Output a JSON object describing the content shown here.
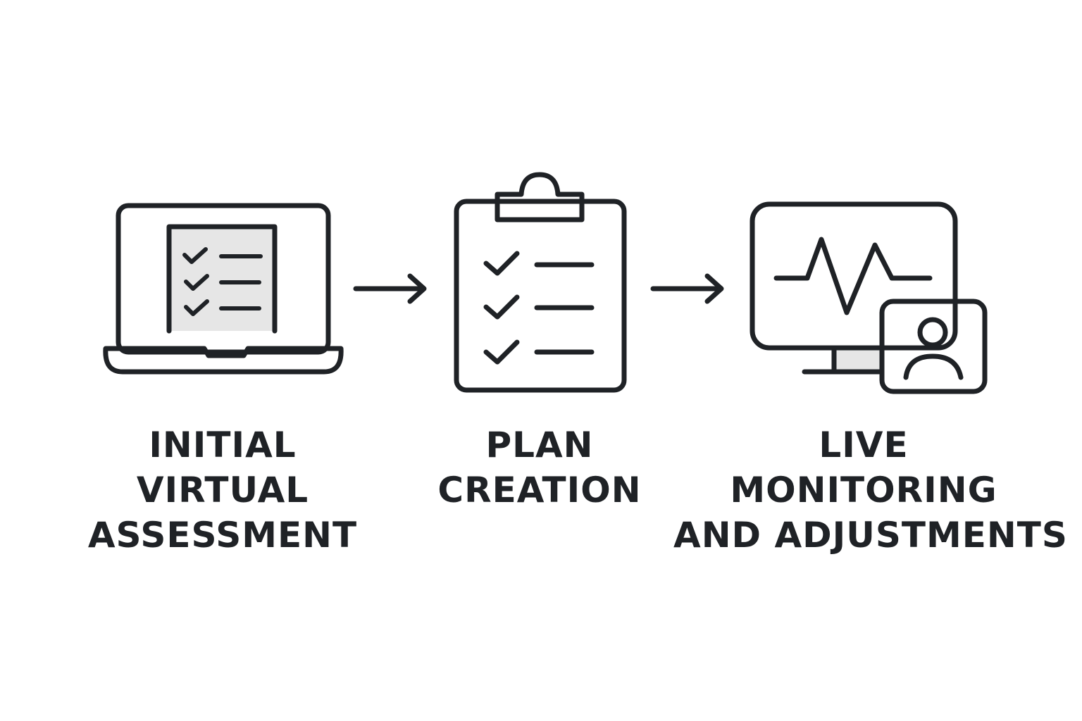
{
  "colors": {
    "ink": "#1f2226",
    "fill_light": "#e6e6e6",
    "background": "#ffffff"
  },
  "steps": [
    {
      "icon": "laptop-checklist-icon",
      "label_lines": [
        "INITIAL",
        "VIRTUAL",
        "ASSESSMENT"
      ]
    },
    {
      "icon": "clipboard-checklist-icon",
      "label_lines": [
        "PLAN",
        "CREATION"
      ]
    },
    {
      "icon": "monitor-heartbeat-user-icon",
      "label_lines": [
        "LIVE",
        "MONITORING",
        "AND ADJUSTMENTS"
      ]
    }
  ],
  "connectors": [
    "arrow-right-icon",
    "arrow-right-icon"
  ]
}
